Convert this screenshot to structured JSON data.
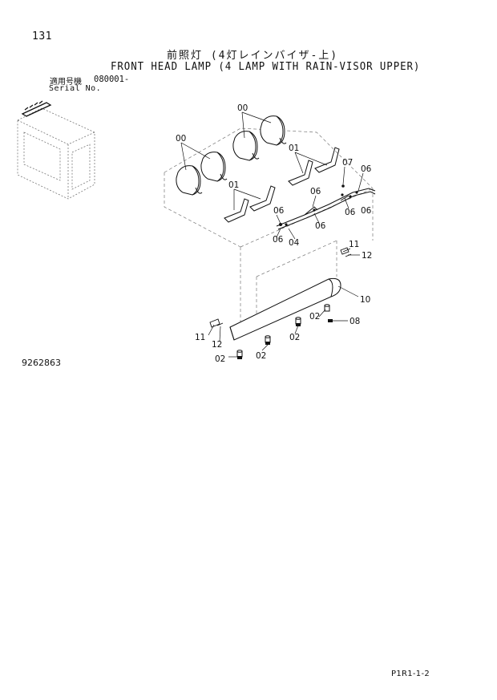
{
  "page": {
    "number": "131",
    "title_jp": "前照灯 (4灯レインバイザ-上)",
    "title_en": "FRONT HEAD LAMP (4 LAMP WITH RAIN-VISOR UPPER)",
    "serial_label_jp": "適用号機",
    "serial_label_en": "Serial No.",
    "serial_value": "080001-",
    "drawing_number": "9262863",
    "page_code": "P1R1-1-2"
  },
  "callouts": [
    "00",
    "00",
    "01",
    "01",
    "07",
    "06",
    "06",
    "06",
    "06",
    "06",
    "06",
    "04",
    "11",
    "12",
    "10",
    "02",
    "08",
    "02",
    "11",
    "12",
    "02",
    "02"
  ]
}
